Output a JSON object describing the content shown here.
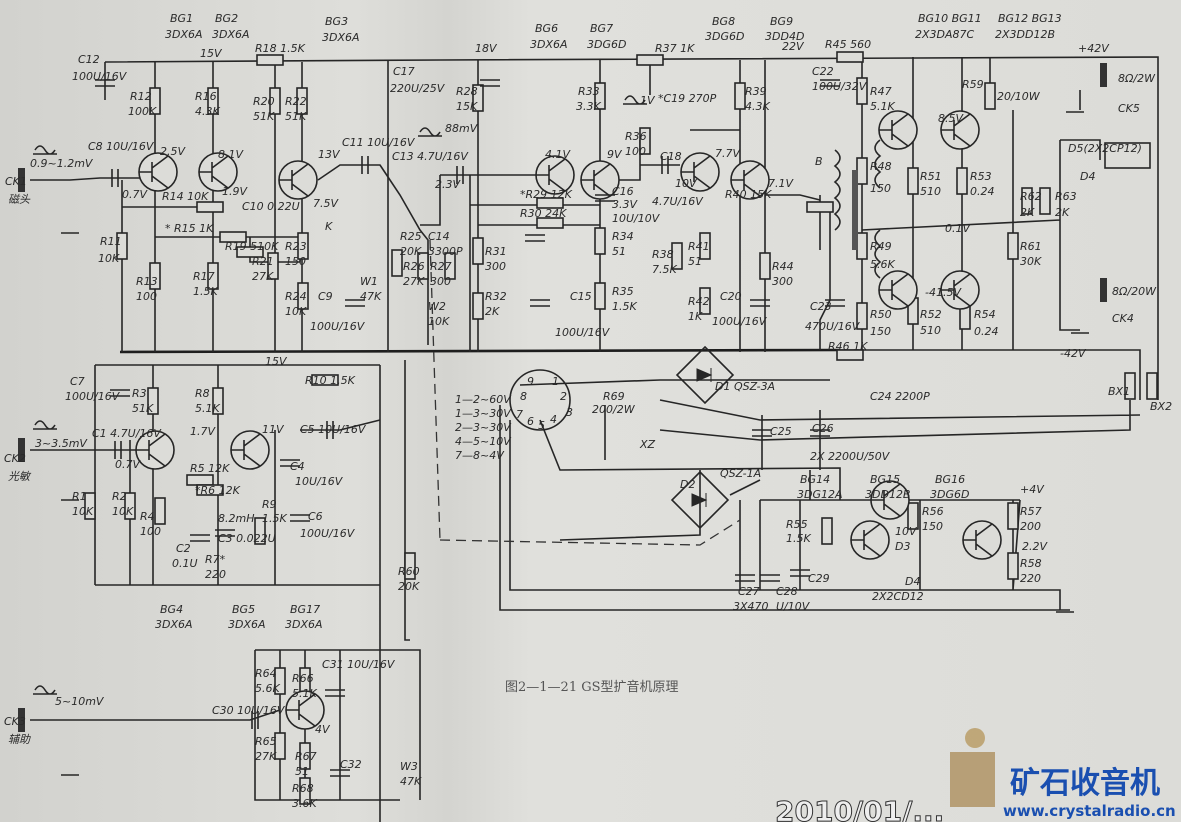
{
  "caption": "图2—1—21  GS型扩音机原理",
  "watermark": {
    "brand": "矿石收音机",
    "url": "www.crystalradio.cn",
    "date": "2010/01/..."
  },
  "labels": {
    "bg1": "BG1",
    "bg1t": "3DX6A",
    "bg2": "BG2",
    "bg2t": "3DX6A",
    "bg3": "BG3",
    "bg3t": "3DX6A",
    "v15a": "15V",
    "r18": "R18 1.5K",
    "c12": "C12",
    "c12v": "100U/16V",
    "r12": "R12",
    "r12v": "100K",
    "r16": "R16",
    "r16v": "4.3K",
    "r20": "R20",
    "r20v": "51K",
    "r22": "R22",
    "r22v": "51K",
    "in1": "0.9~1.2mV",
    "c8": "C8 10U/16V",
    "ck1": "CK1",
    "ck1n": "磁头",
    "v25": "2.5V",
    "v81": "8.1V",
    "v13": "13V",
    "c11": "C11 10U/16V",
    "mv88": "88mV",
    "v07a": "0.7V",
    "r14": "R14 10K",
    "v19": "1.9V",
    "v75": "7.5V",
    "c10": "C10 0.22U",
    "r15": "* R15 1K",
    "r19": "R19 510K",
    "r11": "R11",
    "r11v": "10K",
    "r13": "R13",
    "r13v": "100",
    "r17": "R17",
    "r17v": "1.5K",
    "r21": "R21",
    "r21v": "27K",
    "r23": "R23",
    "r23v": "150",
    "r24": "R24",
    "r24v": "10K",
    "c9": "C9",
    "c9v": "100U/16V",
    "k": "K",
    "w1": "W1",
    "w1v": "47K",
    "v18": "18V",
    "c17": "C17",
    "c17v": "220U/25V",
    "c13": "C13 4.7U/16V",
    "v23": "2.3V",
    "r25": "R25",
    "r25v": "20K",
    "r26": "R26",
    "r26v": "27K",
    "c14": "C14",
    "c14v": "3300P",
    "r27": "R27",
    "r27v": "300",
    "w2": "W2",
    "w2v": "10K",
    "bg6": "BG6",
    "bg6t": "3DX6A",
    "bg7": "BG7",
    "bg7t": "3DG6D",
    "r28": "R28",
    "r28v": "15K",
    "r33": "R33",
    "r33v": "3.3K",
    "v41": "4.1V",
    "v9": "9V",
    "r29": "*R29 12K",
    "r30": "R30 24K",
    "c16": "C16",
    "c16v": "3.3V",
    "c16c": "10U/10V",
    "r31": "R31",
    "r31v": "300",
    "r32": "R32",
    "r32v": "2K",
    "r34": "R34",
    "r34v": "51",
    "c15": "C15",
    "c15v": "100U/16V",
    "r35": "R35",
    "r35v": "1.5K",
    "r37": "R37 1K",
    "bg8": "BG8",
    "bg8t": "3DG6D",
    "bg9": "BG9",
    "bg9t": "3DD4D",
    "v1": "1V",
    "c19": "*C19 270P",
    "r39": "R39",
    "r39v": "4.3K",
    "r36": "R36",
    "r36v": "100",
    "c18": "C18",
    "c18v": "4.7U/16V",
    "v77": "7.7V",
    "v10": "10V",
    "r40": "R40 15K",
    "v71": "7.1V",
    "r38": "R38",
    "r38v": "7.5K",
    "r41": "R41",
    "r41v": "51",
    "r42": "R42",
    "r42v": "1K",
    "c20": "C20",
    "c20v": "100U/16V",
    "r44": "R44",
    "r44v": "300",
    "v22": "22V",
    "r45": "R45 560",
    "c22": "C22",
    "c22v": "100U/32V",
    "b": "B",
    "c23": "C23",
    "c23v": "470U/16V",
    "bg1011": "BG10 BG11",
    "bg1011t": "2X3DA87C",
    "bg1213": "BG12 BG13",
    "bg1213t": "2X3DD12B",
    "v42p": "+42V",
    "r47": "R47",
    "r47v": "5.1K",
    "v85": "8.5V",
    "r48": "R48",
    "r48v": "150",
    "r49": "R49",
    "r49v": "5.6K",
    "r50": "R50",
    "r50v": "150",
    "r51": "R51",
    "r51v": "510",
    "r52": "R52",
    "r52v": "510",
    "v415": "-41.5V",
    "r53": "R53",
    "r53v": "0.24",
    "r54": "R54",
    "r54v": "0.24",
    "v01": "0.1V",
    "r59": "R59",
    "r59v": "20/10W",
    "ck5v": "8Ω/2W",
    "ck5": "CK5",
    "d5": "D5(2X2CP12)",
    "d4": "D4",
    "r62": "R62",
    "r62v": "2K",
    "r63": "R63",
    "r63v": "2K",
    "r61": "R61",
    "r61v": "30K",
    "ck4v": "8Ω/20W",
    "ck4": "CK4",
    "v42n": "-42V",
    "r46": "R46 1K",
    "c24": "C24 2200P",
    "bx1": "BX1",
    "bx2": "BX2",
    "p9": "9",
    "p1": "1",
    "p8": "8",
    "p2": "2",
    "p7": "7",
    "p6": "6",
    "p5": "5",
    "p4": "4",
    "p3": "3",
    "t1": "1—2~60V",
    "t2": "1—3~30V",
    "t3": "2—3~30V",
    "t4": "4—5~10V",
    "t5": "7—8~4V",
    "d1": "D1 QSZ-3A",
    "r69": "R69",
    "r69v": "200/2W",
    "xz": "XZ",
    "c25": "C25",
    "c26": "C26",
    "c2526": "2X 2200U/50V",
    "d2": "D2",
    "d2t": "QSZ-1A",
    "bg14": "BG14",
    "bg14t": "3DG12A",
    "bg15": "BG15",
    "bg15t": "3DD12B",
    "bg16": "BG16",
    "bg16t": "3DG6D",
    "v4": "+4V",
    "r55": "R55",
    "r55v": "1.5K",
    "r56": "R56",
    "r56v": "150",
    "r57": "R57",
    "r57v": "200",
    "v10b": "10V",
    "d3": "D3",
    "v22b": "2.2V",
    "r58": "R58",
    "r58v": "220",
    "c27": "C27",
    "c27v": "3X470",
    "c28": "C28",
    "c28v": "U/10V",
    "c29": "C29",
    "d6": "D4",
    "d6t": "2X2CD12",
    "c7": "C7",
    "c7v": "100U/16V",
    "r3": "R3",
    "r3v": "51K",
    "r8": "R8",
    "r8v": "5.1K",
    "v15b": "15V",
    "r10": "R10 1.5K",
    "c1": "C1 4.7U/16V",
    "v17": "1.7V",
    "v11": "11V",
    "c5": "C5 10U/16V",
    "in2": "3~3.5mV",
    "ck2": "CK2",
    "ck2n": "光敏",
    "v07b": "0.7V",
    "r5": "R5 12K",
    "r6": "*R6 12K",
    "c4": "C4",
    "c4v": "10U/16V",
    "r1": "R1",
    "r1v": "10K",
    "r2": "R2",
    "r2v": "10K",
    "r4": "R4",
    "r4v": "100",
    "l1": "8.2mH",
    "c3": "C3 0.022U",
    "r9": "R9",
    "r9v": "1.5K",
    "c6": "C6",
    "c6v": "100U/16V",
    "c2": "C2",
    "c2v": "0.1U",
    "r7": "R7*",
    "r7v": "220",
    "bg4": "BG4",
    "bg4t": "3DX6A",
    "bg5": "BG5",
    "bg5t": "3DX6A",
    "bg17": "BG17",
    "bg17t": "3DX6A",
    "r60": "R60",
    "r60v": "20K",
    "r64": "R64",
    "r64v": "5.6K",
    "r66": "R66",
    "r66v": "5.1K",
    "c31": "C31 10U/16V",
    "in3": "5~10mV",
    "c30": "C30 10U/16V",
    "ck3": "CK3",
    "ck3n": "辅助",
    "v4b": "4V",
    "r65": "R65",
    "r65v": "27K",
    "r67": "R67",
    "r67v": "51",
    "c32": "C32",
    "r68": "R68",
    "r68v": "3.6K",
    "w3": "W3",
    "w3v": "47K"
  }
}
